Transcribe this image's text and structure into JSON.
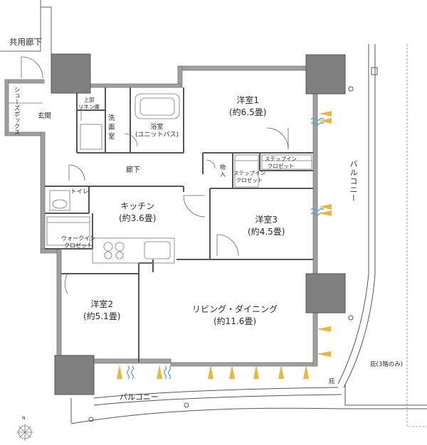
{
  "rooms": {
    "common_corridor": "共用廊下",
    "shoe_closet": "シューズボックス",
    "entrance": "玄関",
    "upper_linen": [
      "上部",
      "リネン庫"
    ],
    "washroom": [
      "洗",
      "面",
      "室"
    ],
    "bathroom": [
      "浴室",
      "(ユニットバス)"
    ],
    "western1": [
      "洋室1",
      "(約6.5畳)"
    ],
    "storage": [
      "物",
      "入"
    ],
    "stepin1": [
      "ステップイン",
      "クロゼット"
    ],
    "stepin2": [
      "ステップイン",
      "クロゼット"
    ],
    "hallway": "廊下",
    "toilet": "トイレ",
    "kitchen": [
      "キッチン",
      "(約3.6畳)"
    ],
    "western3": [
      "洋室3",
      "(約4.5畳)"
    ],
    "walkin": [
      "ウォークイン",
      "クロゼット"
    ],
    "western2": [
      "洋室2",
      "(約5.1畳)"
    ],
    "living": [
      "リビング・ダイニング",
      "(約11.6畳)"
    ],
    "balcony_right": "バルコニー",
    "balcony_bottom": "バルコニー",
    "eave_note": "庇(3階のみ)",
    "eave": "庇",
    "compass": "N"
  },
  "colors": {
    "wall": "#8c8c8c",
    "column": "#777777",
    "line": "#555555",
    "airflow_blue": "#5aa0cf",
    "sunlight_yellow": "#e9b63f"
  }
}
